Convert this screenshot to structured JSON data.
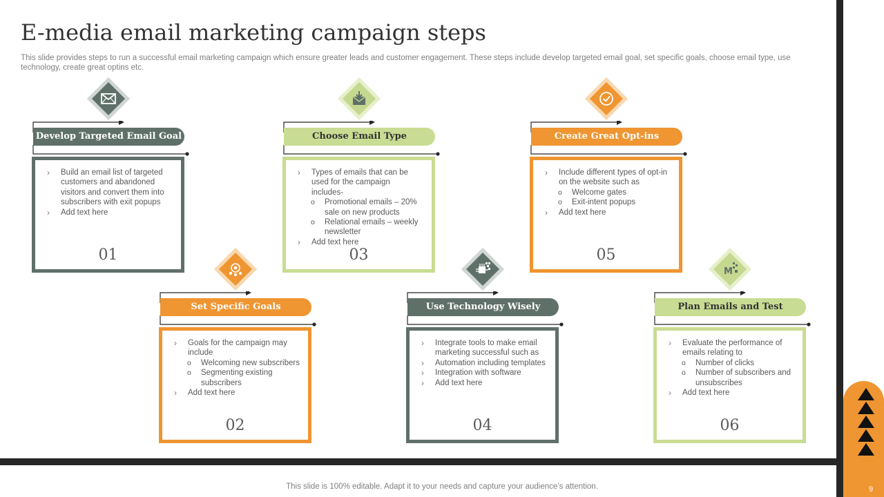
{
  "title": "E-media email marketing campaign steps",
  "subtitle": "This slide provides steps to run a successful email marketing campaign which ensure greater leads and customer engagement. These steps include develop targeted email goal, set specific goals, choose email type, use technology, create great optins etc.",
  "footer": "This slide is 100% editable. Adapt it to your needs and capture your audience’s attention.",
  "page_number": "9",
  "colors": {
    "grey": "#5f7069",
    "green": "#c9dc93",
    "orange": "#ef9531",
    "dark": "#262626"
  },
  "steps": [
    {
      "number": "01",
      "heading": "Develop Targeted Email Goal",
      "icon": "envelope-icon",
      "color": "grey",
      "lines": [
        {
          "type": "bullet",
          "text": "Build an email list of targeted customers and abandoned visitors and convert them into subscribers with exit popups"
        },
        {
          "type": "bullet",
          "text": "Add text here"
        }
      ]
    },
    {
      "number": "02",
      "heading": "Set Specific Goals",
      "icon": "team-target-icon",
      "color": "orange",
      "lines": [
        {
          "type": "bullet",
          "text": "Goals for the campaign may include"
        },
        {
          "type": "sub",
          "text": "Welcoming new subscribers"
        },
        {
          "type": "sub",
          "text": "Segmenting existing subscribers"
        },
        {
          "type": "bullet",
          "text": "Add text here"
        }
      ]
    },
    {
      "number": "03",
      "heading": "Choose Email Type",
      "icon": "inbox-download-icon",
      "color": "green",
      "lines": [
        {
          "type": "bullet",
          "text": "Types of emails that can be used for the campaign includes-"
        },
        {
          "type": "sub",
          "text": "Promotional emails – 20% sale on new products"
        },
        {
          "type": "sub",
          "text": "Relational emails – weekly newsletter"
        },
        {
          "type": "bullet",
          "text": "Add text here"
        }
      ]
    },
    {
      "number": "04",
      "heading": "Use Technology Wisely",
      "icon": "circuit-chip-icon",
      "color": "grey",
      "lines": [
        {
          "type": "bullet",
          "text": "Integrate tools to make email marketing successful such as"
        },
        {
          "type": "bullet",
          "text": "Automation including templates"
        },
        {
          "type": "bullet",
          "text": "Integration with software"
        },
        {
          "type": "bullet",
          "text": "Add text here"
        }
      ]
    },
    {
      "number": "05",
      "heading": "Create Great Opt-ins",
      "icon": "checkmark-badge-icon",
      "color": "orange",
      "lines": [
        {
          "type": "bullet",
          "text": "Include different types of opt-in on the website such as"
        },
        {
          "type": "sub",
          "text": "Welcome gates"
        },
        {
          "type": "sub",
          "text": "Exit-intent popups"
        },
        {
          "type": "bullet",
          "text": "Add text here"
        }
      ]
    },
    {
      "number": "06",
      "heading": "Plan Emails and Test",
      "icon": "email-test-icon",
      "color": "green",
      "lines": [
        {
          "type": "bullet",
          "text": "Evaluate the performance of emails relating to"
        },
        {
          "type": "sub",
          "text": "Number of clicks"
        },
        {
          "type": "sub",
          "text": "Number of subscribers and unsubscribes"
        },
        {
          "type": "bullet",
          "text": "Add text here"
        }
      ]
    }
  ]
}
